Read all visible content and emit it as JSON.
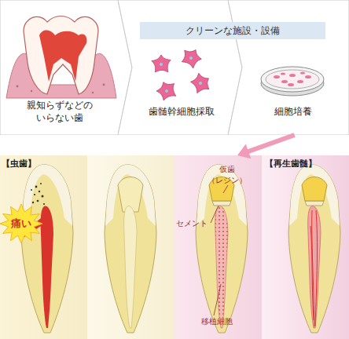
{
  "diagram": {
    "nodes": [
      {
        "text": [
          "親知らずなどの いらない歯"
        ]
      },
      {
        "text": [
          "クリーンな施設・設備"
        ]
      },
      {
        "text": [
          "歯髄幹細胞採取"
        ]
      },
      {
        "text": [
          "細胞培養"
        ]
      },
      {
        "text": [
          "【虫歯】"
        ]
      },
      {
        "text": [
          "痛い"
        ],
        "in": 4
      },
      {
        "text": [
          "仮歯 （レジン）",
          "セメント",
          "移植細胞"
        ]
      },
      {
        "text": [
          "【再生歯髄】"
        ]
      }
    ],
    "edges": [
      {
        "from": 3,
        "to": 6,
        "arrow": "to"
      }
    ]
  }
}
